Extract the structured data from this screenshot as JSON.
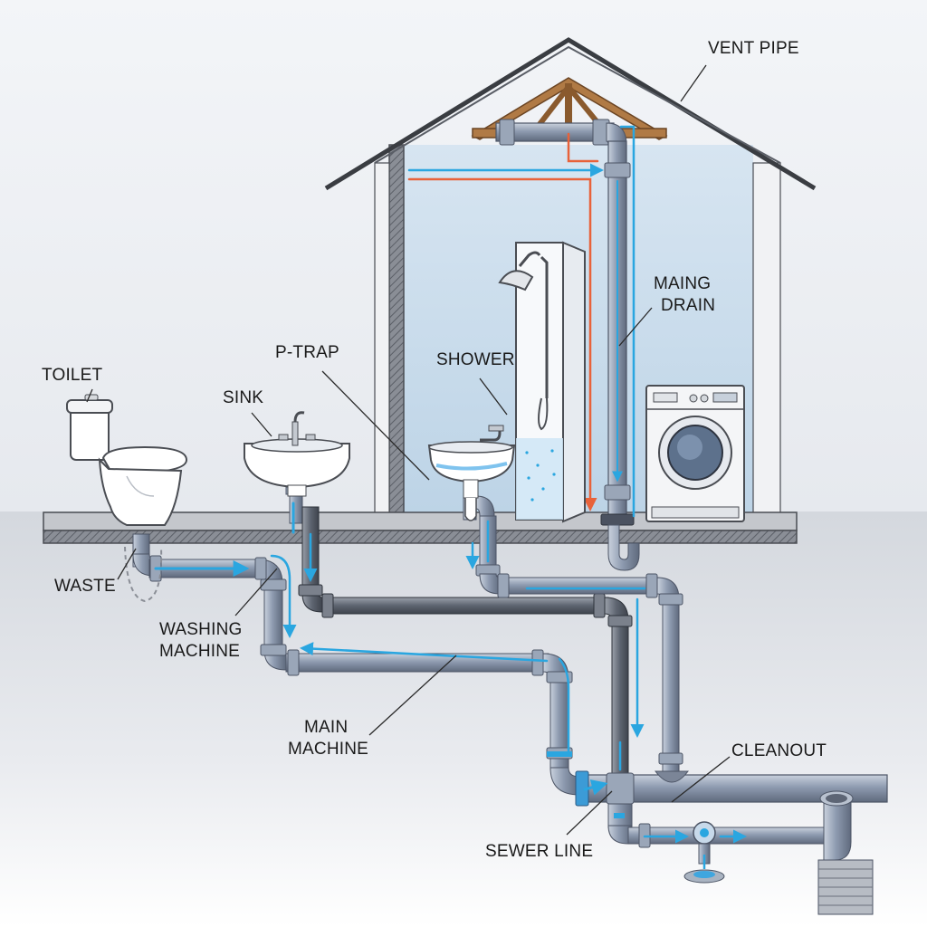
{
  "labels": {
    "vent_pipe": "VENT PIPE",
    "maing_drain": [
      "MAING",
      "DRAIN"
    ],
    "toilet": "TOILET",
    "sink": "SINK",
    "p_trap": "P-TRAP",
    "shower": "SHOWER",
    "waste": "WASTE",
    "washing_machine": [
      "WASHING",
      "MACHINE"
    ],
    "main_machine": [
      "MAIN",
      "MACHINE"
    ],
    "cleanout": "CLEANOUT",
    "sewer_line": "SEWER LINE"
  },
  "colors": {
    "background_top": "#eef1f5",
    "ground": "#c8ccd2",
    "wall_interior": "#c9dcec",
    "roof_line": "#3a3d42",
    "truss_wood": "#b07a45",
    "pipe_fill": "#8b98ad",
    "pipe_dark": "#5f6675",
    "flow_arrow_blue": "#2aa6e0",
    "hot_line_orange": "#e8623a",
    "water": "#7fc3ee"
  },
  "icons": [
    "toilet-icon",
    "sink-icon",
    "bathroom-sink-icon",
    "shower-head-icon",
    "washing-machine-icon",
    "cleanout-cap-icon",
    "sewer-outlet-icon"
  ]
}
